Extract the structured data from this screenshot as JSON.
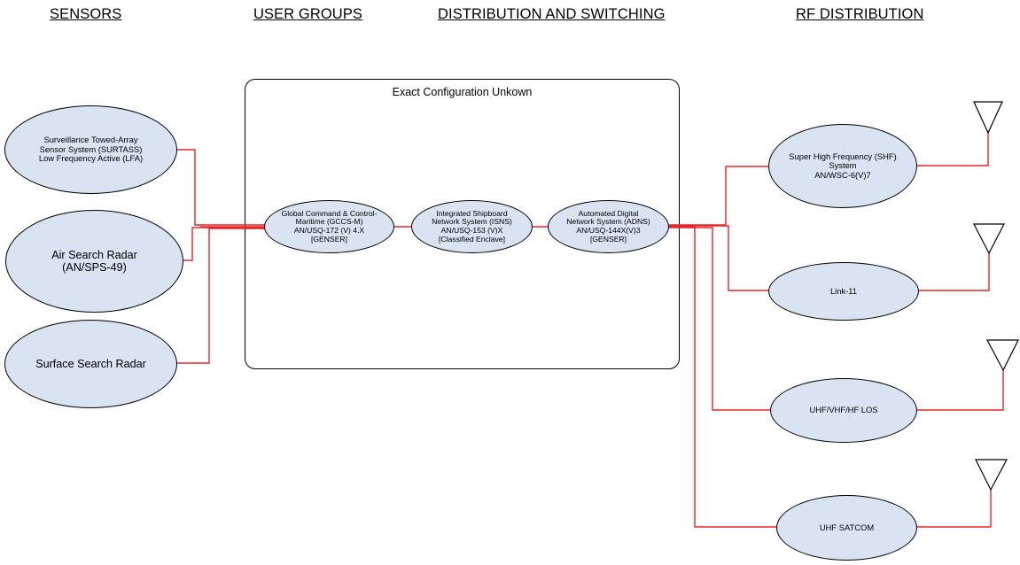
{
  "headers": {
    "sensors": "SENSORS",
    "user_groups": "USER GROUPS",
    "distribution": "DISTRIBUTION AND SWITCHING",
    "rf": "RF DISTRIBUTION"
  },
  "box_title": "Exact Configuration Unkown",
  "nodes": {
    "surtass": "Surveillance Towed-Array\nSensor System (SURTASS)\nLow Frequency Active (LFA)",
    "air_radar": "Air Search Radar\n(AN/SPS-49)",
    "surface_radar": "Surface Search Radar",
    "gccs": "Global Command & Control-\nMaritime (GCCS-M)\nAN/USQ-172 (V) 4.X\n[GENSER]",
    "isns": "Integrated Shipboard\nNetwork System (ISNS)\nAN/USQ-153 (V)X\n[Classified Enclave]",
    "adns": "Automated Digital\nNetwork System (ADNS)\nAN/USQ-144X(V)3\n[GENSER]",
    "shf": "Super High Frequency (SHF)\nSystem\nAN/WSC-6(V)7",
    "link11": "Link-11",
    "uhf_los": "UHF/VHF/HF LOS",
    "uhf_satcom": "UHF SATCOM"
  },
  "colors": {
    "node_fill": "#d9e3f2",
    "connector": "#e8262b",
    "outline": "#000000"
  },
  "icons": [
    "antenna-icon"
  ]
}
